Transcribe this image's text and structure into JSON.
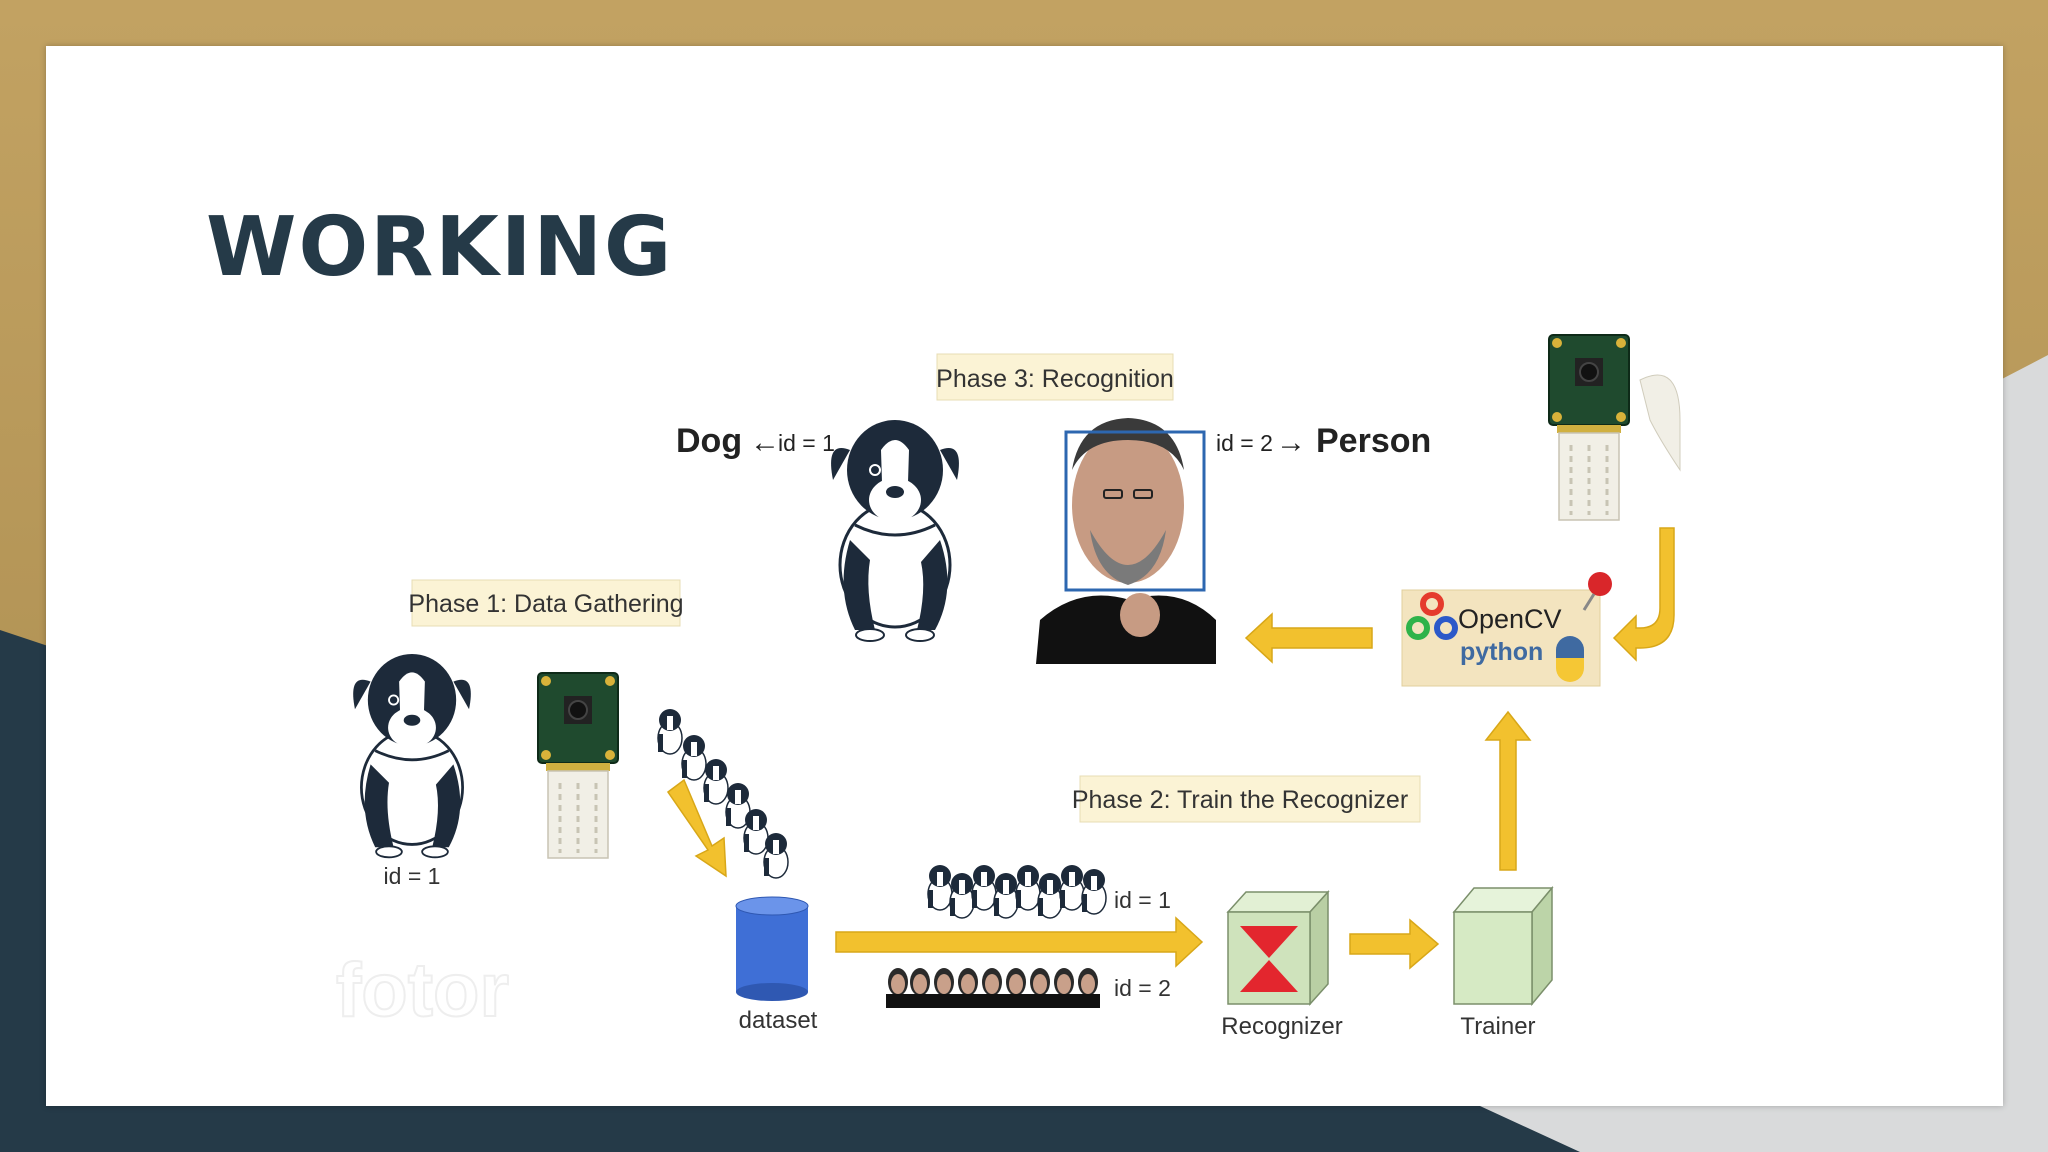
{
  "slide": {
    "title": "WORKING"
  },
  "diagram": {
    "phase1_label": "Phase 1: Data Gathering",
    "phase2_label": "Phase 2: Train the Recognizer",
    "phase3_label": "Phase 3: Recognition",
    "dog_label": "Dog",
    "dog_id": "id = 1",
    "person_label": "Person",
    "person_id": "id = 2",
    "input_id": "id = 1",
    "dataset_label": "dataset",
    "dog_row_id": "id = 1",
    "face_row_id": "id = 2",
    "recognizer_label": "Recognizer",
    "trainer_label": "Trainer",
    "opencv_label": "OpenCV",
    "python_label": "python",
    "watermark": "fotor"
  },
  "colors": {
    "gold": "#b89a5a",
    "navy": "#253a48",
    "arrow_yellow": "#f2c12e",
    "label_bg": "#fbf3d5"
  }
}
